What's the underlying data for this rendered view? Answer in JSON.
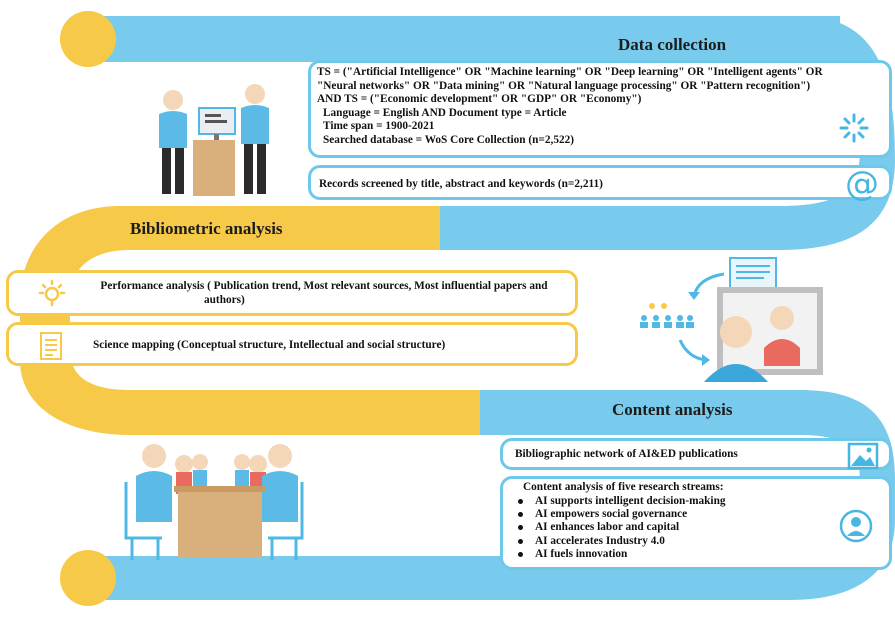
{
  "sections": {
    "data_collection": {
      "heading": "Data collection",
      "query_lines": [
        "TS = (\"Artificial Intelligence\" OR \"Machine learning\" OR \"Deep learning\" OR \"Intelligent agents\" OR",
        "\"Neural networks\" OR \"Data mining\" OR \"Natural language processing\" OR \"Pattern recognition\")",
        "AND TS = (\"Economic development\" OR \"GDP\" OR \"Economy\")"
      ],
      "criteria": [
        "Language = English AND Document type = Article",
        "Time span = 1900-2021",
        "Searched database = WoS Core Collection (n=2,522)"
      ],
      "screening": "Records screened by title, abstract and keywords (n=2,211)",
      "icons": [
        "settings-burst-icon",
        "at-sign-icon",
        "people-at-computer-icon"
      ]
    },
    "bibliometric_analysis": {
      "heading": "Bibliometric analysis",
      "performance_line1": "Performance analysis (  Publication trend, Most relevant sources, Most influential papers and",
      "performance_line2": "authors)",
      "science_mapping": "Science mapping (Conceptual structure, Intellectual and social structure)",
      "icons": [
        "lightbulb-icon",
        "document-icon",
        "video-conference-icon"
      ]
    },
    "content_analysis": {
      "heading": "Content analysis",
      "network": "Bibliographic network of AI&ED publications",
      "streams_title": "Content analysis of five research streams:",
      "streams": [
        "AI supports intelligent decision-making",
        "AI empowers social governance",
        "AI enhances labor and capital",
        "AI accelerates Industry 4.0",
        "AI fuels innovation"
      ],
      "icons": [
        "image-icon",
        "user-circle-icon",
        "meeting-table-icon"
      ]
    }
  },
  "colors": {
    "blue_band": "#79cbee",
    "yellow_band": "#f7c948",
    "box_border_blue": "#6ec8ea",
    "box_border_yellow": "#f7c948"
  }
}
